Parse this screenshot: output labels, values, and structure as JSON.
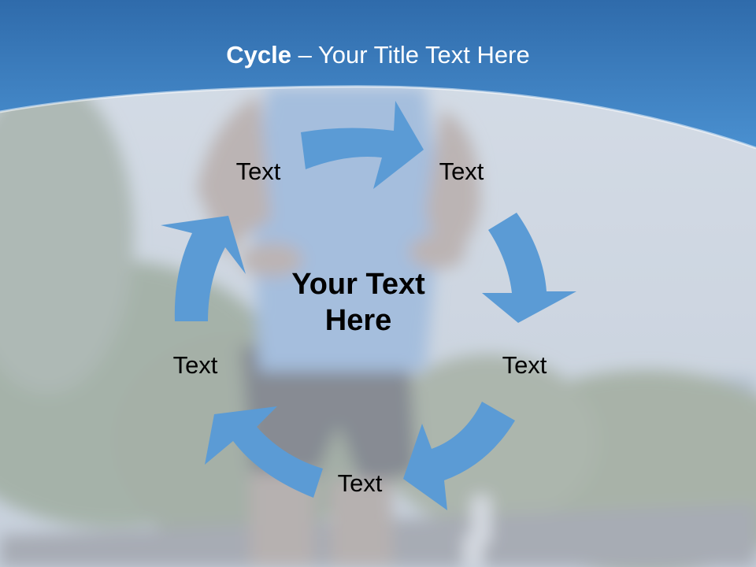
{
  "slide": {
    "title_bold": "Cycle",
    "title_rest": " – Your Title Text Here",
    "center_line1": "Your Text",
    "center_line2": "Here",
    "labels": [
      "Text",
      "Text",
      "Text",
      "Text",
      "Text"
    ]
  },
  "colors": {
    "header_blue": "#3a7fc2",
    "arrow_blue": "#5b9bd5",
    "text": "#000000",
    "title_text": "#ffffff"
  }
}
